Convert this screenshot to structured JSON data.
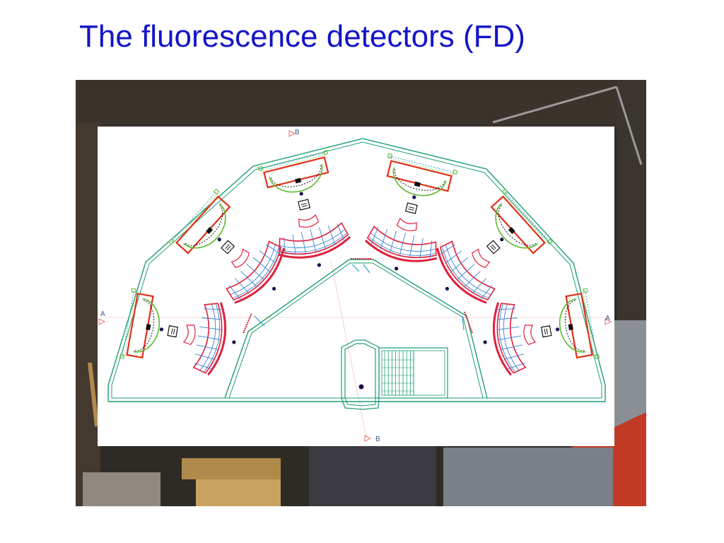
{
  "slide": {
    "title": "The fluorescence detectors (FD)"
  },
  "plan": {
    "section_labels": {
      "a_left": "A",
      "a_right": "A",
      "b_top": "B",
      "b_bottom": "B"
    }
  },
  "colors": {
    "title": "#1414c8",
    "wall": "#1f9e6e",
    "mirror_frame": "#e0203c",
    "mirror_grid": "#3a7fd0",
    "shutter": "#e03018",
    "aperture_ring": "#5cb830",
    "dot": "#1a1050"
  }
}
